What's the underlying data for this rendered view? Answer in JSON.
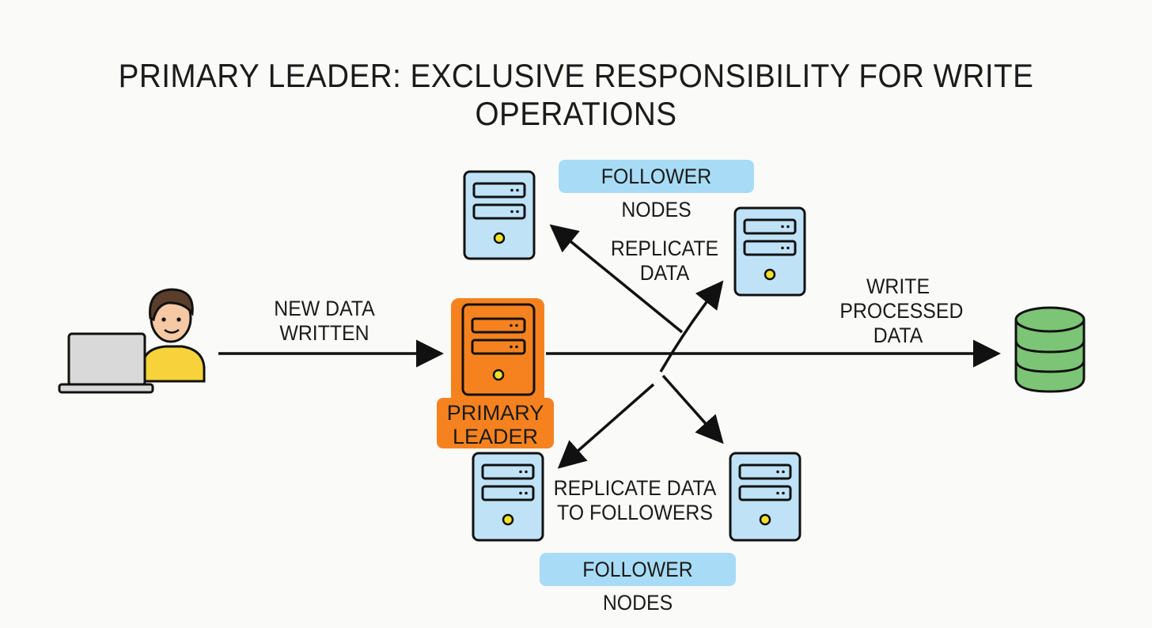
{
  "title": "PRIMARY LEADER: EXCLUSIVE RESPONSIBILITY FOR WRITE OPERATIONS",
  "labels": {
    "new_data": "NEW DATA\nWRITTEN",
    "replicate_data": "REPLICATE\nDATA",
    "write_processed": "WRITE\nPROCESSED\nDATA",
    "replicate_followers": "REPLICATE DATA\nTO FOLLOWERS",
    "primary_leader": "PRIMARY\nLEADER",
    "follower_nodes_top": "FOLLOWER NODES",
    "follower_nodes_bottom": "FOLLOWER NODES"
  },
  "colors": {
    "leader": "#f6821f",
    "follower": "#bfe2f7",
    "database": "#7cc576",
    "pill": "#a8dcf6",
    "user_shirt": "#f7d23a"
  },
  "icons": {
    "user": "user-with-laptop-icon",
    "server": "server-icon",
    "database": "database-icon"
  }
}
